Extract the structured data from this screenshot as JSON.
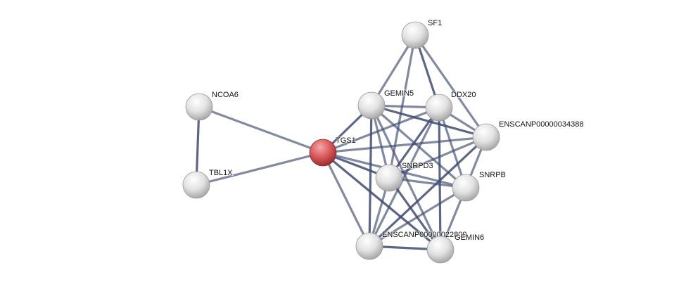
{
  "network": {
    "query_node": "TGS1",
    "colors": {
      "query": "#d9585a",
      "node": "#e4e4e4",
      "edge": "#3f4b70"
    },
    "nodes": [
      {
        "id": "SF1",
        "label": "SF1"
      },
      {
        "id": "GEMIN5",
        "label": "GEMIN5"
      },
      {
        "id": "DDX20",
        "label": "DDX20"
      },
      {
        "id": "ENSCANP00000034388",
        "label": "ENSCANP00000034388"
      },
      {
        "id": "NCOA6",
        "label": "NCOA6"
      },
      {
        "id": "TGS1",
        "label": "TGS1"
      },
      {
        "id": "TBL1X",
        "label": "TBL1X"
      },
      {
        "id": "SNRPD3",
        "label": "SNRPD3"
      },
      {
        "id": "SNRPB",
        "label": "SNRPB"
      },
      {
        "id": "ENSCANP00000022809",
        "label": "ENSCANP00000022809"
      },
      {
        "id": "GEMIN6",
        "label": "GEMIN6"
      }
    ],
    "edges": [
      [
        "NCOA6",
        "TBL1X"
      ],
      [
        "NCOA6",
        "TGS1"
      ],
      [
        "TBL1X",
        "TGS1"
      ],
      [
        "TGS1",
        "GEMIN5"
      ],
      [
        "TGS1",
        "DDX20"
      ],
      [
        "TGS1",
        "ENSCANP00000034388"
      ],
      [
        "TGS1",
        "SNRPD3"
      ],
      [
        "TGS1",
        "SNRPB"
      ],
      [
        "TGS1",
        "ENSCANP00000022809"
      ],
      [
        "TGS1",
        "GEMIN6"
      ],
      [
        "SF1",
        "GEMIN5"
      ],
      [
        "SF1",
        "SNRPD3"
      ],
      [
        "SF1",
        "DDX20"
      ],
      [
        "SF1",
        "ENSCANP00000034388"
      ],
      [
        "GEMIN5",
        "DDX20"
      ],
      [
        "GEMIN5",
        "ENSCANP00000034388"
      ],
      [
        "GEMIN5",
        "SNRPD3"
      ],
      [
        "GEMIN5",
        "SNRPB"
      ],
      [
        "GEMIN5",
        "ENSCANP00000022809"
      ],
      [
        "GEMIN5",
        "GEMIN6"
      ],
      [
        "DDX20",
        "ENSCANP00000034388"
      ],
      [
        "DDX20",
        "SNRPD3"
      ],
      [
        "DDX20",
        "SNRPB"
      ],
      [
        "DDX20",
        "ENSCANP00000022809"
      ],
      [
        "DDX20",
        "GEMIN6"
      ],
      [
        "ENSCANP00000034388",
        "SNRPD3"
      ],
      [
        "ENSCANP00000034388",
        "SNRPB"
      ],
      [
        "ENSCANP00000034388",
        "ENSCANP00000022809"
      ],
      [
        "SNRPD3",
        "SNRPB"
      ],
      [
        "SNRPD3",
        "ENSCANP00000022809"
      ],
      [
        "SNRPD3",
        "GEMIN6"
      ],
      [
        "SNRPB",
        "ENSCANP00000022809"
      ],
      [
        "SNRPB",
        "GEMIN6"
      ],
      [
        "ENSCANP00000022809",
        "GEMIN6"
      ]
    ]
  }
}
